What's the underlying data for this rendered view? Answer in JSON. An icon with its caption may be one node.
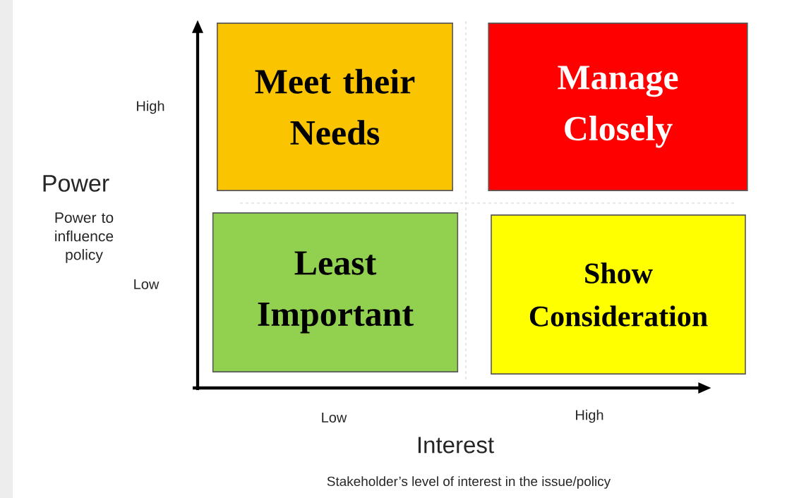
{
  "diagram": {
    "nodes": [
      {
        "text": [
          "Meet their Needs"
        ]
      },
      {
        "text": [
          "Manage Closely"
        ]
      },
      {
        "text": [
          "Least Important"
        ]
      },
      {
        "text": [
          "Show Consideration"
        ]
      }
    ],
    "labels": [
      "High",
      "Power",
      "Power to influence policy",
      "Low",
      "Low",
      "High",
      "Interest",
      "Stakeholder’s level of interest in the issue/policy"
    ]
  }
}
